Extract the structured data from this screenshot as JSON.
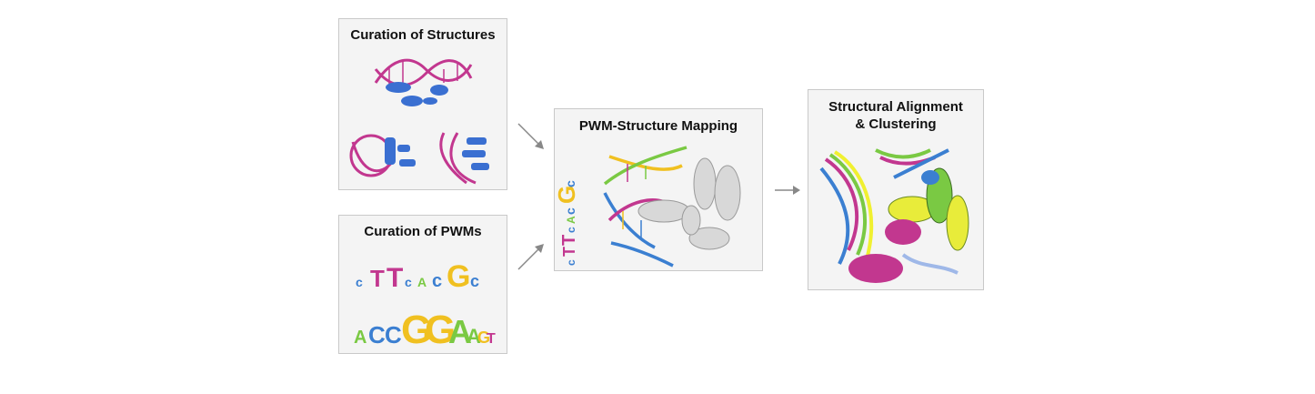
{
  "panels": {
    "structures": {
      "title": "Curation of Structures"
    },
    "pwms": {
      "title": "Curation of PWMs",
      "logo1": [
        "c",
        "T",
        "T",
        "c",
        "A",
        "c",
        "G",
        "c"
      ],
      "logo2": [
        "A",
        "C",
        "C",
        "G",
        "G",
        "A",
        "A",
        "G",
        "T"
      ]
    },
    "mapping": {
      "title": "PWM-Structure Mapping",
      "logo_vertical": [
        "c",
        "T",
        "T",
        "c",
        "A",
        "c",
        "G",
        "c"
      ]
    },
    "alignment": {
      "title_line1": "Structural Alignment",
      "title_line2": "& Clustering"
    }
  },
  "colors": {
    "dna_magenta": "#c2378f",
    "protein_blue": "#3a6fd1",
    "base_A": "#7ac943",
    "base_C": "#3b7fd1",
    "base_G": "#f0c020",
    "base_T": "#c2378f",
    "helix_gray": "#d8d8d8",
    "arrow": "#888888"
  }
}
